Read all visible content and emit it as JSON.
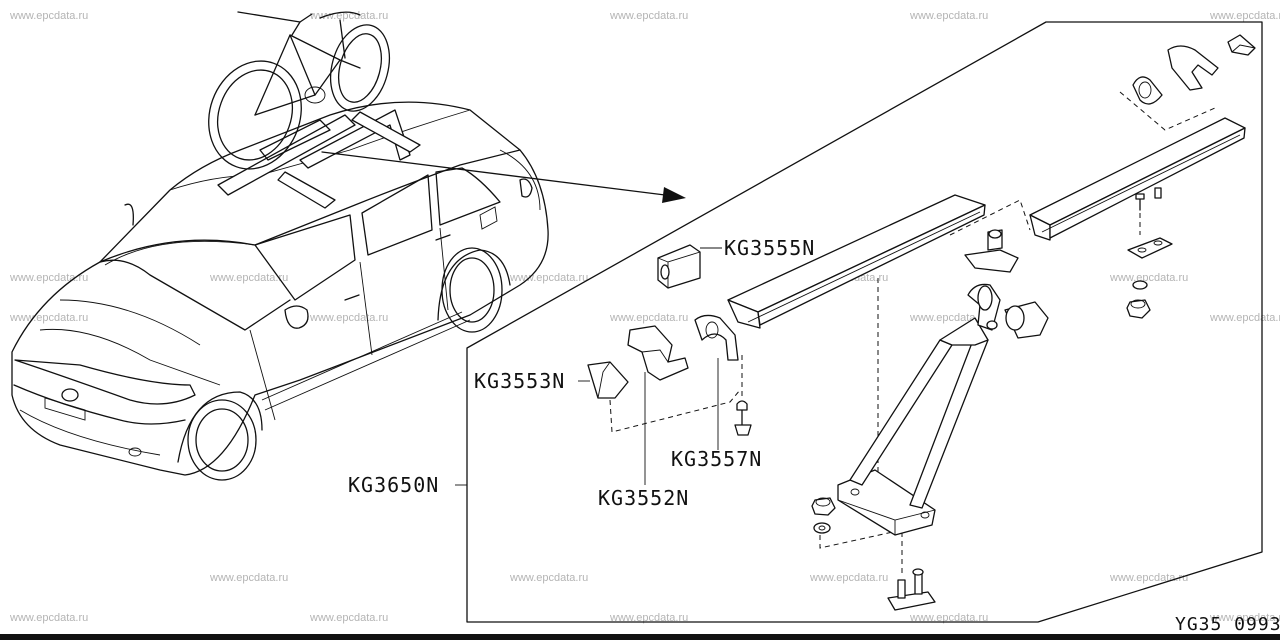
{
  "watermark": "www.epcdata.ru",
  "diagram_code": "YG35 0993",
  "parts": [
    {
      "id": "kg3555n",
      "label": "KG3555N"
    },
    {
      "id": "kg3553n",
      "label": "KG3553N"
    },
    {
      "id": "kg3557n",
      "label": "KG3557N"
    },
    {
      "id": "kg3650n",
      "label": "KG3650N"
    },
    {
      "id": "kg3552n",
      "label": "KG3552N"
    }
  ]
}
